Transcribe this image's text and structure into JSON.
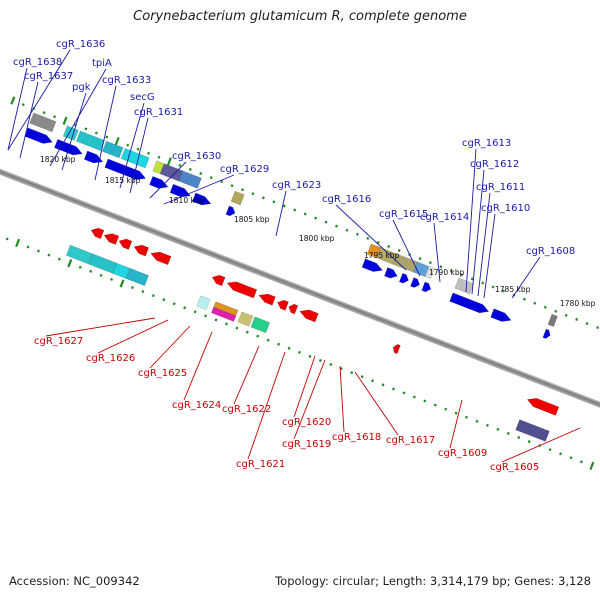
{
  "title": "Corynebacterium glutamicum R, complete genome",
  "footer": {
    "accession": "Accession: NC_009342",
    "summary": "Topology: circular; Length: 3,314,179 bp; Genes: 3,128"
  },
  "colors": {
    "backbone": "#888888",
    "forward_label": "#1a1aa6",
    "reverse_label": "#c40000",
    "tick": "#228b22",
    "forward_gene": "#0000dd",
    "reverse_gene": "#ee0000"
  },
  "scale_labels": [
    "1820 kbp",
    "1815 kbp",
    "1810 kbp",
    "1805 kbp",
    "1800 kbp",
    "1795 kbp",
    "1790 kbp",
    "1785 kbp",
    "1780 kbp"
  ],
  "forward_labels": [
    "cgR_1636",
    "cgR_1638",
    "cgR_1637",
    "tpiA",
    "pgk",
    "cgR_1633",
    "secG",
    "cgR_1631",
    "cgR_1630",
    "cgR_1629",
    "cgR_1623",
    "cgR_1616",
    "cgR_1615",
    "cgR_1614",
    "cgR_1613",
    "cgR_1612",
    "cgR_1611",
    "cgR_1610",
    "cgR_1608"
  ],
  "reverse_labels": [
    "cgR_1627",
    "cgR_1626",
    "cgR_1625",
    "cgR_1624",
    "cgR_1622",
    "cgR_1621",
    "cgR_1620",
    "cgR_1619",
    "cgR_1618",
    "cgR_1617",
    "cgR_1609",
    "cgR_1605"
  ]
}
